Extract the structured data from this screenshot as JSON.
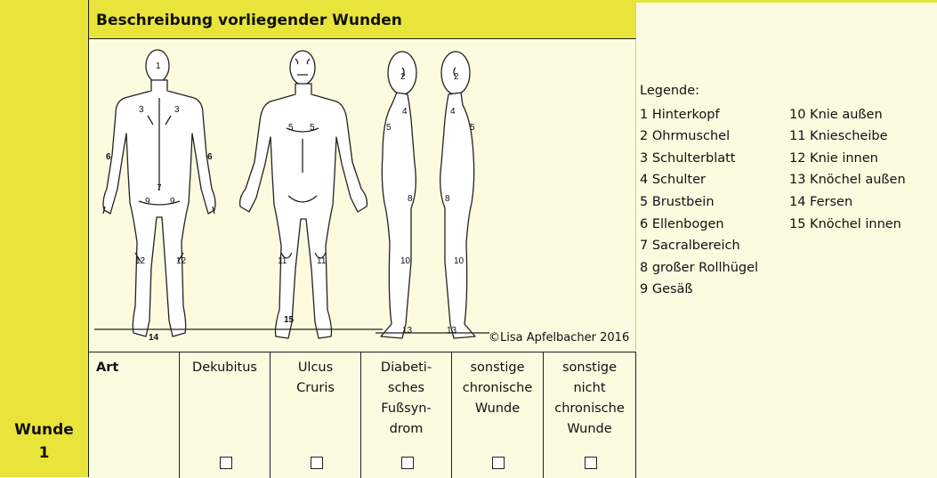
{
  "header": {
    "title": "Beschreibung vorliegender Wunden"
  },
  "row_label": "Wunde\n1",
  "copyright": "©Lisa Apfelbacher 2016",
  "legend": {
    "title": "Legende:",
    "col1": [
      "1 Hinterkopf",
      "2 Ohrmuschel",
      "3 Schulterblatt",
      "4 Schulter",
      "5 Brustbein",
      "6 Ellenbogen",
      "7 Sacralbereich",
      "8 großer Rollhügel",
      "9 Gesäß"
    ],
    "col2": [
      "10 Knie außen",
      "11 Kniescheibe",
      "12 Knie innen",
      "13 Knöchel außen",
      "14 Fersen",
      "15 Knöchel innen"
    ]
  },
  "table": {
    "art_label": "Art",
    "options": [
      {
        "label": "Dekubitus",
        "checked": false
      },
      {
        "label": "Ulcus\nCruris",
        "checked": false
      },
      {
        "label": "Diabeti-\nsches\nFußsyn-\ndrom",
        "checked": false
      },
      {
        "label": "sonstige\nchronische\nWunde",
        "checked": false
      },
      {
        "label": "sonstige\nnicht\nchronische\nWunde",
        "checked": false
      }
    ]
  },
  "figure_labels": {
    "back": [
      "1",
      "3",
      "3",
      "6",
      "6",
      "7",
      "9",
      "9",
      "12",
      "12",
      "14"
    ],
    "front": [
      "5",
      "5",
      "11",
      "11",
      "15"
    ],
    "side1": [
      "2",
      "4",
      "5",
      "8",
      "10",
      "13"
    ],
    "side2": [
      "2",
      "4",
      "5",
      "8",
      "10",
      "13"
    ]
  }
}
